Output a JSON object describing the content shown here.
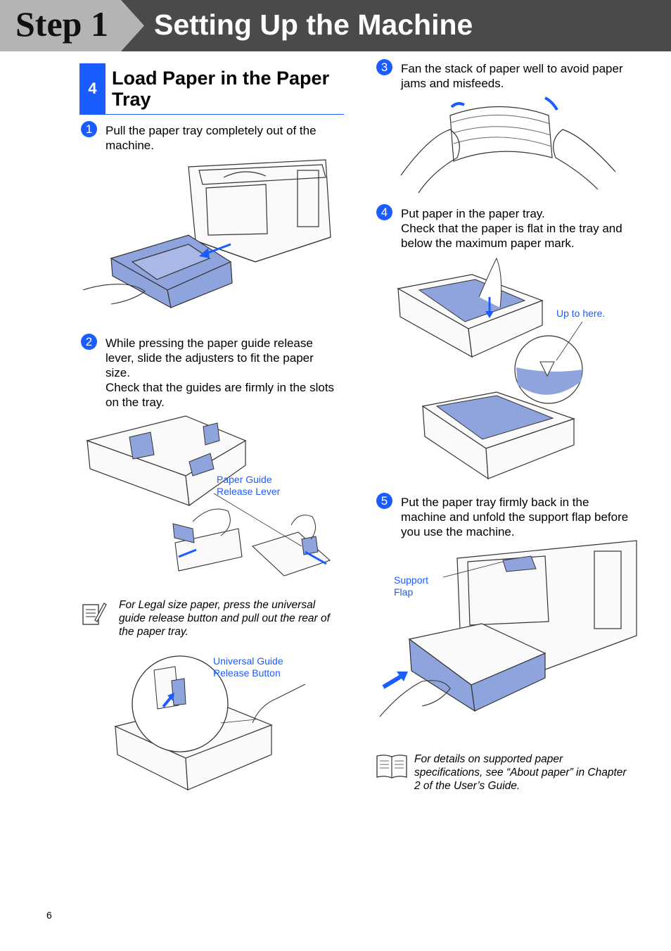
{
  "header": {
    "step_label": "Step 1",
    "title": "Setting Up the Machine"
  },
  "section": {
    "number": "4",
    "title": "Load Paper in the Paper Tray"
  },
  "steps": [
    {
      "number": "1",
      "text": "Pull the paper tray completely out of the\nmachine."
    },
    {
      "number": "2",
      "text": "While pressing the paper guide release\nlever, slide the adjusters to fit the paper\nsize.\nCheck that the guides are firmly in the slots\non the tray."
    },
    {
      "number": "3",
      "text": "Fan the stack of paper well to avoid paper\njams and misfeeds."
    },
    {
      "number": "4",
      "text": "Put paper in the paper tray.\nCheck that the paper is flat in the tray and\nbelow the maximum paper mark."
    },
    {
      "number": "5",
      "text": "Put the paper tray firmly back in the\nmachine and unfold the support flap before\nyou use the machine."
    }
  ],
  "callouts": {
    "paper_guide_lever": "Paper Guide\nRelease Lever",
    "universal_guide_button": "Universal Guide\nRelease Button",
    "up_to_here": "Up to here.",
    "support_flap": "Support\nFlap"
  },
  "notes": {
    "legal_size": "For Legal size paper, press the universal\nguide release button and pull out the rear of\nthe paper tray.",
    "paper_specs": "For details on supported paper\nspecifications, see “About paper” in Chapter\n2 of the User’s Guide."
  },
  "page_number": "6",
  "colors": {
    "accent": "#1a5cff",
    "header_bg": "#4a4a4a",
    "step_box": "#b4b4b4",
    "tray_blue": "#8fa3dd"
  }
}
